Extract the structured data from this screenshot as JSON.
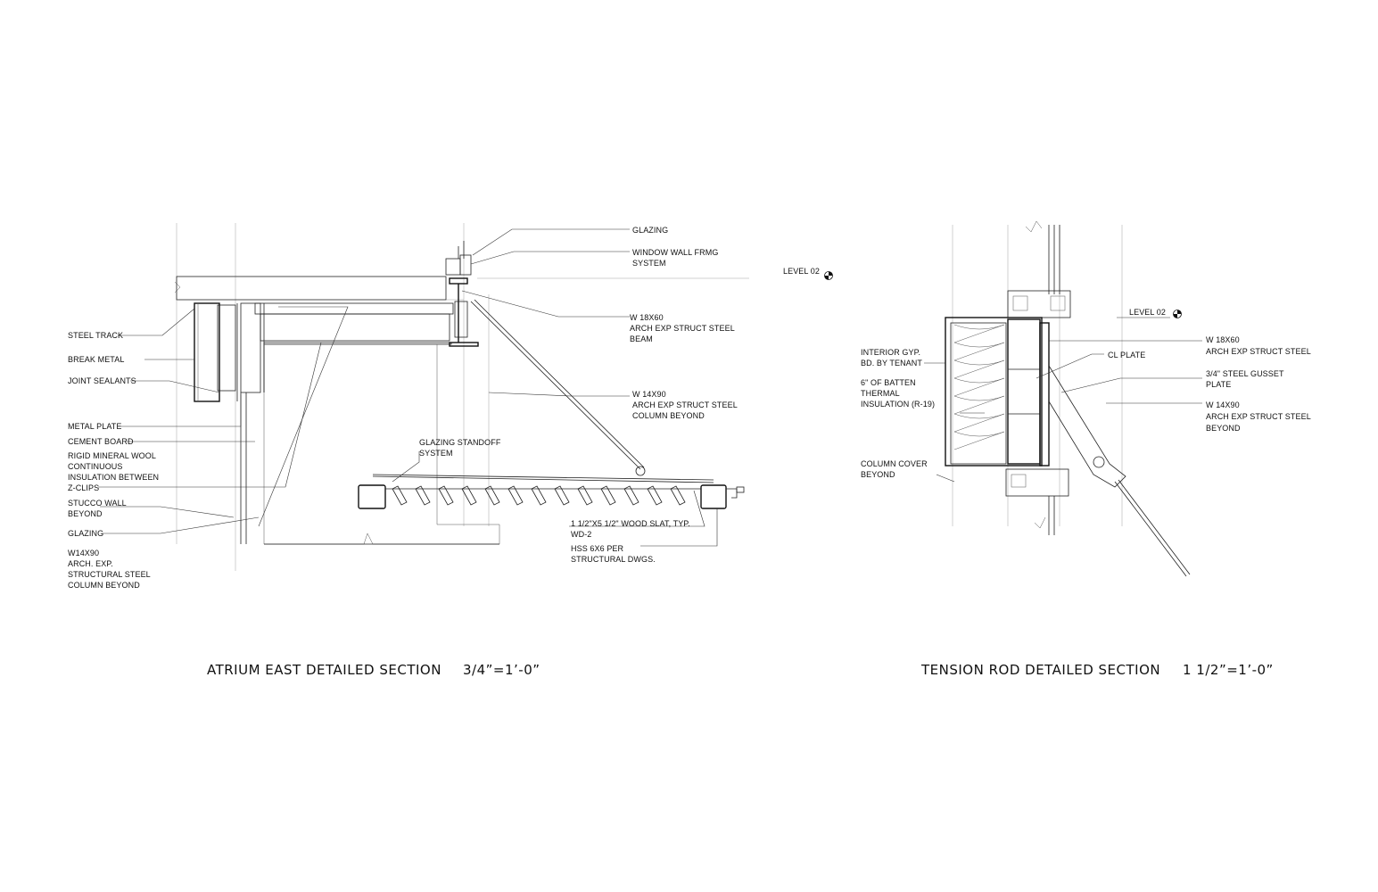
{
  "drawings": [
    {
      "title": "ATRIUM EAST DETAILED SECTION",
      "scale": "3/4”=1’-0”",
      "left_labels": {
        "steel_track": "STEEL TRACK",
        "break_metal": "BREAK METAL",
        "joint_sealants": "JOINT SEALANTS",
        "metal_plate": "METAL PLATE",
        "cement_board": "CEMENT BOARD",
        "rigid_insulation": [
          "RIGID MINERAL WOOL",
          "CONTINUOUS",
          "INSULATION BETWEEN",
          "Z-CLIPS"
        ],
        "stucco_wall": [
          "STUCCO WALL",
          "BEYOND"
        ],
        "glazing": "GLAZING",
        "w14_column": [
          "W14X90",
          "ARCH. EXP.",
          "STRUCTURAL STEEL",
          "COLUMN BEYOND"
        ]
      },
      "right_labels": {
        "glazing": "GLAZING",
        "window_wall": [
          "WINDOW WALL FRMG",
          "SYSTEM"
        ],
        "w18_beam": [
          "W 18X60",
          "ARCH EXP STRUCT STEEL",
          "BEAM"
        ],
        "w14_column": [
          "W 14X90",
          "ARCH EXP STRUCT STEEL",
          "COLUMN BEYOND"
        ],
        "glazing_standoff": [
          "GLAZING STANDOFF",
          "SYSTEM"
        ],
        "wood_slat": [
          "1 1/2\"X5 1/2\" WOOD SLAT, TYP.",
          "WD-2"
        ],
        "hss": [
          "HSS 6X6 PER",
          "STRUCTURAL DWGS."
        ]
      },
      "level_marker": "LEVEL 02"
    },
    {
      "title": "TENSION ROD DETAILED SECTION",
      "scale": "1 1/2”=1’-0”",
      "left_labels": {
        "interior_gyp": [
          "INTERIOR GYP.",
          "BD. BY TENANT"
        ],
        "batten_insulation": [
          "6\" OF BATTEN",
          "THERMAL",
          "INSULATION (R-19)"
        ],
        "column_cover": [
          "COLUMN COVER",
          "BEYOND"
        ]
      },
      "right_labels": {
        "cl_plate": "CL PLATE",
        "w18_beam": [
          "W 18X60",
          "ARCH EXP STRUCT STEEL"
        ],
        "gusset_plate": [
          "3/4\" STEEL GUSSET",
          "PLATE"
        ],
        "w14_column": [
          "W 14X90",
          "ARCH EXP STRUCT STEEL",
          "BEYOND"
        ]
      },
      "level_marker": "LEVEL 02"
    }
  ]
}
